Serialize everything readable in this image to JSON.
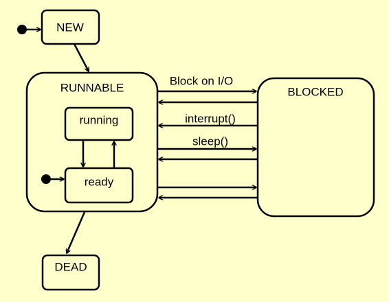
{
  "states": {
    "new": "NEW",
    "runnable": "RUNNABLE",
    "running": "running",
    "ready": "ready",
    "blocked": "BLOCKED",
    "dead": "DEAD"
  },
  "transitions": {
    "block_on_io": "Block on I/O",
    "interrupt": "interrupt()",
    "sleep": "sleep()"
  },
  "colors": {
    "background": "#ffffcc",
    "stroke": "#000000"
  }
}
